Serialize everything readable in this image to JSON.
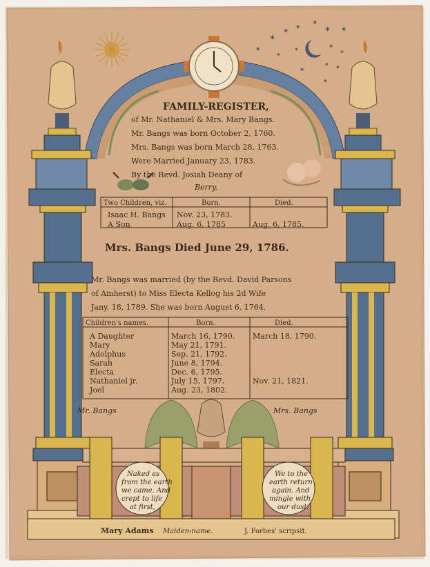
{
  "register": {
    "title": "FAMILY-REGISTER,",
    "line1": "of Mr. Nathaniel & Mrs. Mary Bangs.",
    "line2": "Mr. Bangs was born October 2, 1760.",
    "line3": "Mrs. Bangs was born March 28, 1763.",
    "line4": "Were Married January 23, 1783.",
    "line5": "By the Revd. Josiah Deany of",
    "place": "Berry."
  },
  "first_children": {
    "headers": [
      "Two Children, viz.",
      "Born.",
      "Died."
    ],
    "rows": [
      {
        "name": "Isaac H. Bangs",
        "born": "Nov. 23, 1783.",
        "died": ""
      },
      {
        "name": "A Son",
        "born": "Aug. 6, 1785",
        "died": "Aug. 6, 1785."
      }
    ]
  },
  "death_notice": "Mrs. Bangs Died June 29, 1786.",
  "second_marriage": {
    "line1": "Mr. Bangs was married (by the Revd. David Parsons",
    "line2": "of Amherst) to Miss Electa Kellog his 2d Wife",
    "line3": "Jany. 18, 1789. She was born August 6, 1764."
  },
  "second_children": {
    "headers": [
      "Children's names.",
      "Born.",
      "Died."
    ],
    "rows": [
      {
        "name": "A Daughter",
        "born": "March 16, 1790.",
        "died": "March 18, 1790."
      },
      {
        "name": "Mary",
        "born": "May 21, 1791.",
        "died": ""
      },
      {
        "name": "Adolphus",
        "born": "Sep. 21, 1792.",
        "died": ""
      },
      {
        "name": "Sarah",
        "born": "June 8, 1794.",
        "died": ""
      },
      {
        "name": "Electa",
        "born": "Dec. 6, 1795.",
        "died": ""
      },
      {
        "name": "Nathaniel jr.",
        "born": "July 15, 1797.",
        "died": "Nov. 21, 1821."
      },
      {
        "name": "Joel",
        "born": "Aug. 23, 1802.",
        "died": ""
      }
    ]
  },
  "labels": {
    "left_column": "Mr. Bangs",
    "right_column": "Mrs. Bangs"
  },
  "verses": {
    "left": [
      "Naked as",
      "from the earth",
      "we came. And",
      "crept to life",
      "at first,"
    ],
    "right": [
      "We to the",
      "earth return",
      "again. And",
      "mingle with",
      "our dust."
    ]
  },
  "footer": {
    "artist": "Mary Adams",
    "maiden": "Maiden-name.",
    "scripsit": "J. Forbes' scripsit."
  },
  "colors": {
    "paper": "#d4ae89",
    "ink": "#3a2a1c",
    "blue": "#55708d",
    "yellow": "#d9b64e",
    "brick": "#b8806a"
  }
}
